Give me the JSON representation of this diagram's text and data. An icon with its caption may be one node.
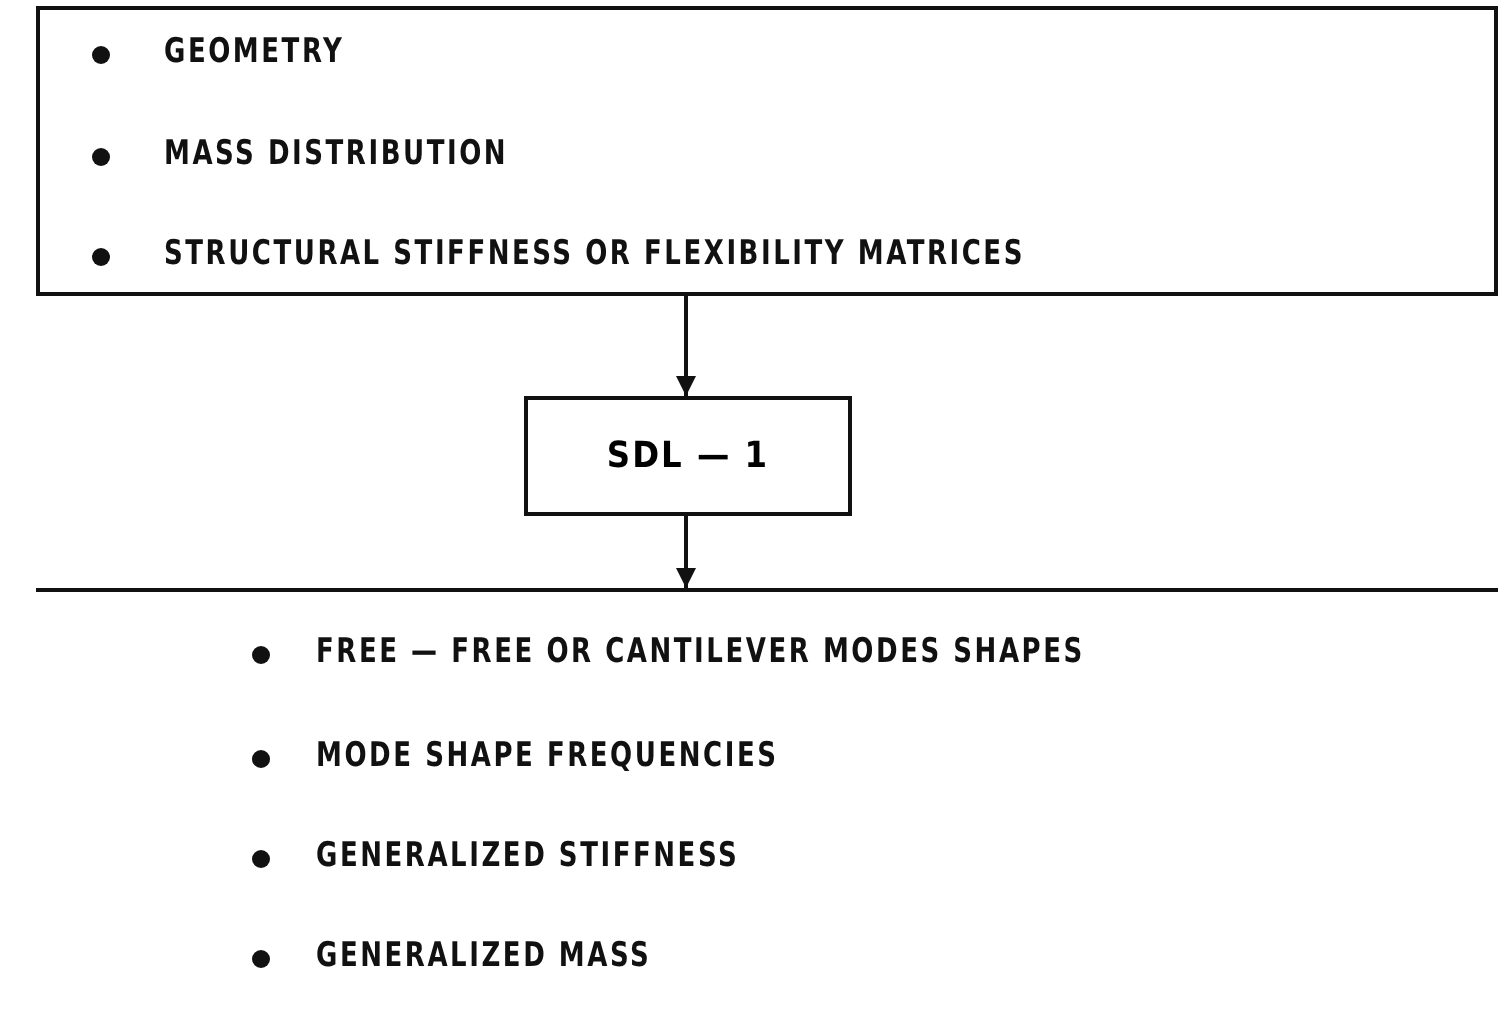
{
  "diagram": {
    "nodes": [
      {
        "text": [
          "GEOMETRY",
          "MASS DISTRIBUTION",
          "STRUCTURAL STIFFNESS OR FLEXIBILITY MATRICES"
        ]
      },
      {
        "text": [
          "SDL — 1"
        ]
      },
      {
        "text": [
          "FREE — FREE OR CANTILEVER MODES SHAPES",
          "MODE SHAPE FREQUENCIES",
          "GENERALIZED STIFFNESS",
          "GENERALIZED MASS"
        ]
      }
    ],
    "edges": [
      {
        "from": 0,
        "to": 1,
        "arrow": "to"
      },
      {
        "from": 1,
        "to": 2,
        "arrow": "to"
      }
    ]
  }
}
